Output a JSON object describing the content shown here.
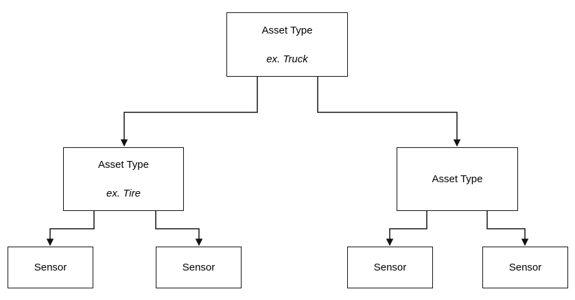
{
  "diagram": {
    "background_color": "#ffffff",
    "stroke_color": "#111111",
    "text_color": "#000000",
    "nodes": {
      "root": {
        "title": "Asset Type",
        "subtitle": "ex. Truck"
      },
      "left_child": {
        "title": "Asset Type",
        "subtitle": "ex. Tire"
      },
      "right_child": {
        "title": "Asset Type"
      },
      "sensor_1": {
        "title": "Sensor"
      },
      "sensor_2": {
        "title": "Sensor"
      },
      "sensor_3": {
        "title": "Sensor"
      },
      "sensor_4": {
        "title": "Sensor"
      }
    }
  }
}
